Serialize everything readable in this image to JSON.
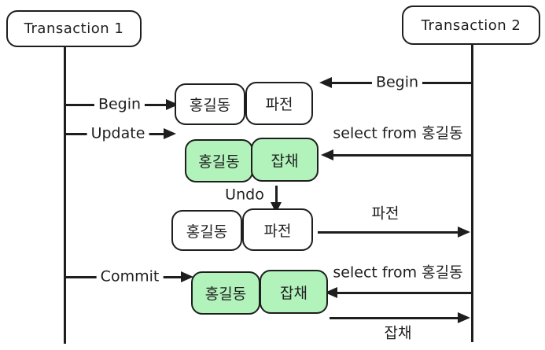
{
  "colors": {
    "ink": "#1e1e1e",
    "green": "#b2f2bb",
    "white": "#ffffff"
  },
  "actors": {
    "transaction1": "Transaction 1",
    "transaction2": "Transaction 2"
  },
  "messages": {
    "t1_begin": "Begin",
    "t1_update": "Update",
    "t1_commit": "Commit",
    "t2_begin": "Begin",
    "t2_select_1": "select from 홍길동",
    "t2_result_1": "파전",
    "t2_select_2": "select from 홍길동",
    "t2_result_2": "잡채",
    "undo": "Undo"
  },
  "db_states": [
    {
      "name": "홍길동",
      "value": "파전",
      "highlighted": false
    },
    {
      "name": "홍길동",
      "value": "잡채",
      "highlighted": true
    },
    {
      "name": "홍길동",
      "value": "파전",
      "highlighted": false
    },
    {
      "name": "홍길동",
      "value": "잡채",
      "highlighted": true
    }
  ]
}
